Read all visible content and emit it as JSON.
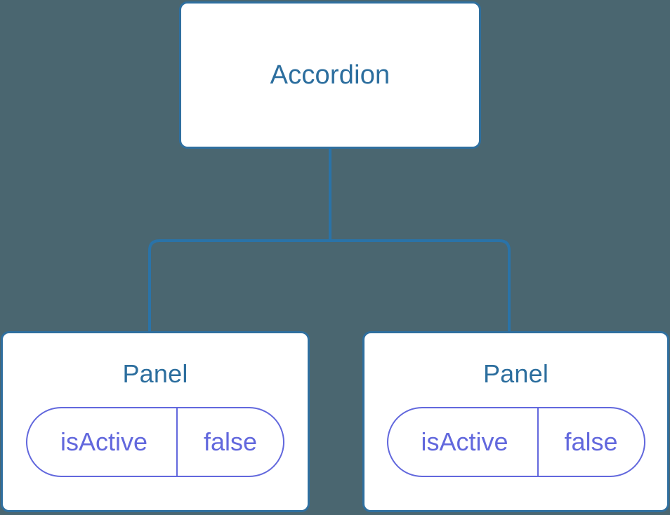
{
  "diagram": {
    "type": "component-tree",
    "background_color": "#4a6670",
    "node_border_color": "#2f6f9f",
    "node_fill_color": "#ffffff",
    "node_title_color": "#2c6e9e",
    "connector_color": "#2a73a8",
    "prop_color": "#6268dd",
    "root": {
      "label": "Accordion"
    },
    "children": [
      {
        "label": "Panel",
        "props": [
          {
            "key": "isActive",
            "value": "false"
          }
        ]
      },
      {
        "label": "Panel",
        "props": [
          {
            "key": "isActive",
            "value": "false"
          }
        ]
      }
    ]
  }
}
